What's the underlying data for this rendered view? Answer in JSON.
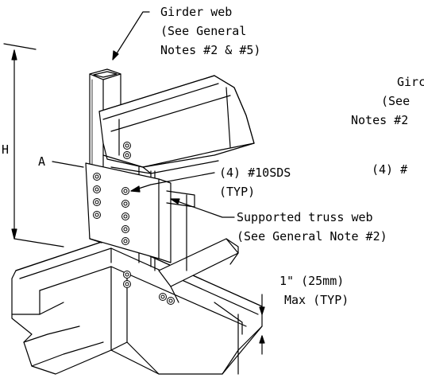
{
  "labels": {
    "girder_web_line1": "Girder web",
    "girder_web_line2": "(See General",
    "girder_web_line3": "Notes #2 & #5)",
    "right_cut_line1": "Girc",
    "right_cut_line2": "(See",
    "right_cut_line3": "Notes #2",
    "right_cut_line4": "(4) #",
    "dim_H": "H",
    "callout_A": "A",
    "screws_line1": "(4) #10SDS",
    "screws_line2": "(TYP)",
    "truss_web_line1": "Supported truss web",
    "truss_web_line2": "(See General Note #2)",
    "gap_line1": "1\" (25mm)",
    "gap_line2": "Max (TYP)"
  },
  "colors": {
    "line": "#000000",
    "background": "#ffffff"
  }
}
